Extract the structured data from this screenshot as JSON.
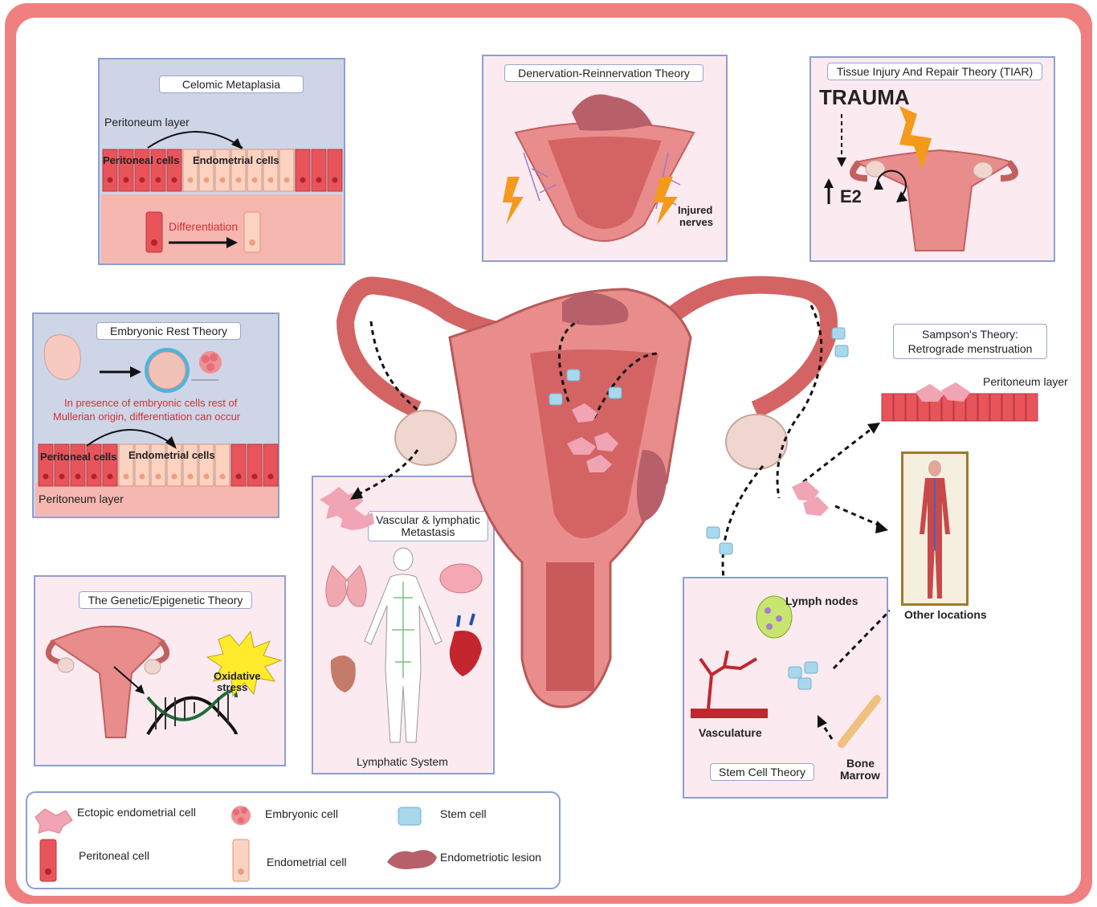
{
  "panels": {
    "celomic": {
      "title": "Celomic Metaplasia",
      "layer": "Peritoneum layer",
      "peritoneal": "Peritoneal cells",
      "endometrial": "Endometrial cells",
      "differentiation": "Differentiation"
    },
    "denervation": {
      "title": "Denervation-Reinnervation Theory",
      "nerves_line1": "Injured",
      "nerves_line2": "nerves"
    },
    "tiar": {
      "title": "Tissue Injury And Repair Theory (TIAR)",
      "trauma": "TRAUMA",
      "e2": "E2"
    },
    "embryonic": {
      "title": "Embryonic Rest Theory",
      "note_line1": "In presence of embryonic cells rest of",
      "note_line2": "Mullerian origin, differentiation can occur",
      "peritoneal": "Peritoneal cells",
      "endometrial": "Endometrial cells",
      "layer": "Peritoneum layer"
    },
    "genetic": {
      "title": "The Genetic/Epigenetic Theory",
      "burst_line1": "Oxidative",
      "burst_line2": "stress"
    },
    "vascular": {
      "title_line1": "Vascular & lymphatic",
      "title_line2": "Metastasis",
      "caption": "Lymphatic System"
    },
    "sampson": {
      "title_line1": "Sampson's Theory:",
      "title_line2": "Retrograde menstruation",
      "layer": "Peritoneum layer"
    },
    "other": {
      "label": "Other locations"
    },
    "stemcell": {
      "title": "Stem Cell Theory",
      "lymph": "Lymph nodes",
      "vasculature": "Vasculature",
      "bone_line1": "Bone",
      "bone_line2": "Marrow"
    }
  },
  "legend": {
    "ectopic": "Ectopic endometrial cell",
    "embryonic": "Embryonic cell",
    "stem": "Stem cell",
    "peritoneal": "Peritoneal cell",
    "endometrial": "Endometrial cell",
    "lesion": "Endometriotic lesion"
  },
  "colors": {
    "frame": "#f07f7f",
    "panel_border": "#8e9fd0",
    "peritoneal_cell": "#e8545a",
    "endometrial_cell": "#fbd3c0",
    "uterus_wall": "#e98c8c",
    "lesion": "#b8606a",
    "text_red": "#d3303a"
  }
}
